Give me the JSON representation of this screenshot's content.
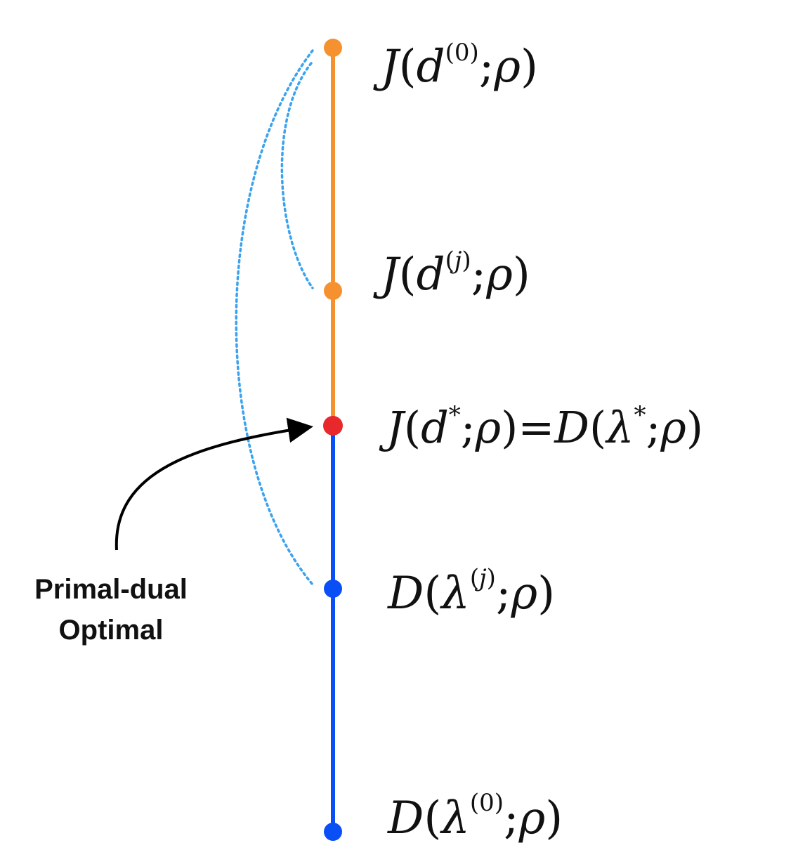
{
  "colors": {
    "primal_line": "#F5912F",
    "primal_dot": "#F5912F",
    "optimum_dot": "#E8282A",
    "dual_line": "#0A4FF5",
    "dual_dot": "#0A4FF5",
    "dotted_curve": "#3AA2EE",
    "annotation_arrow": "#000000"
  },
  "nodes": [
    {
      "id": "primal-0",
      "label": {
        "fn": "J",
        "arg": "d",
        "sup": "(0)",
        "param": "ρ"
      }
    },
    {
      "id": "primal-j",
      "label": {
        "fn": "J",
        "arg": "d",
        "sup": "(j)",
        "param": "ρ"
      }
    },
    {
      "id": "optimum",
      "label_left": {
        "fn": "J",
        "arg": "d",
        "sup": "*",
        "param": "ρ"
      },
      "label_right": {
        "fn": "D",
        "arg": "λ",
        "sup": "*",
        "param": "ρ"
      },
      "equals": "="
    },
    {
      "id": "dual-j",
      "label": {
        "fn": "D",
        "arg": "λ",
        "sup": "(j)",
        "param": "ρ"
      }
    },
    {
      "id": "dual-0",
      "label": {
        "fn": "D",
        "arg": "λ",
        "sup": "(0)",
        "param": "ρ"
      }
    }
  ],
  "annotation": {
    "line1": "Primal-dual",
    "line2": "Optimal"
  }
}
